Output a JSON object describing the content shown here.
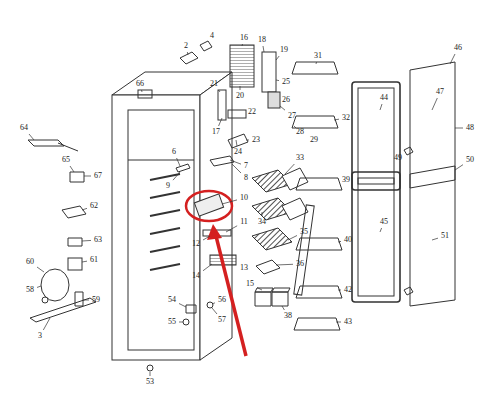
{
  "diagram": {
    "labels": [
      "46",
      "47",
      "48",
      "49",
      "50",
      "51",
      "44",
      "45",
      "31",
      "32",
      "39",
      "40",
      "42",
      "43",
      "2",
      "4",
      "16",
      "18",
      "19",
      "20",
      "21",
      "17",
      "22",
      "23",
      "24",
      "25",
      "26",
      "27",
      "28",
      "29",
      "6",
      "7",
      "8",
      "9",
      "10",
      "11",
      "12",
      "13",
      "33",
      "34",
      "35",
      "36",
      "14",
      "15",
      "38",
      "54",
      "55",
      "56",
      "57",
      "53",
      "3",
      "64",
      "65",
      "67",
      "62",
      "63",
      "60",
      "61",
      "58",
      "59",
      "66"
    ]
  }
}
